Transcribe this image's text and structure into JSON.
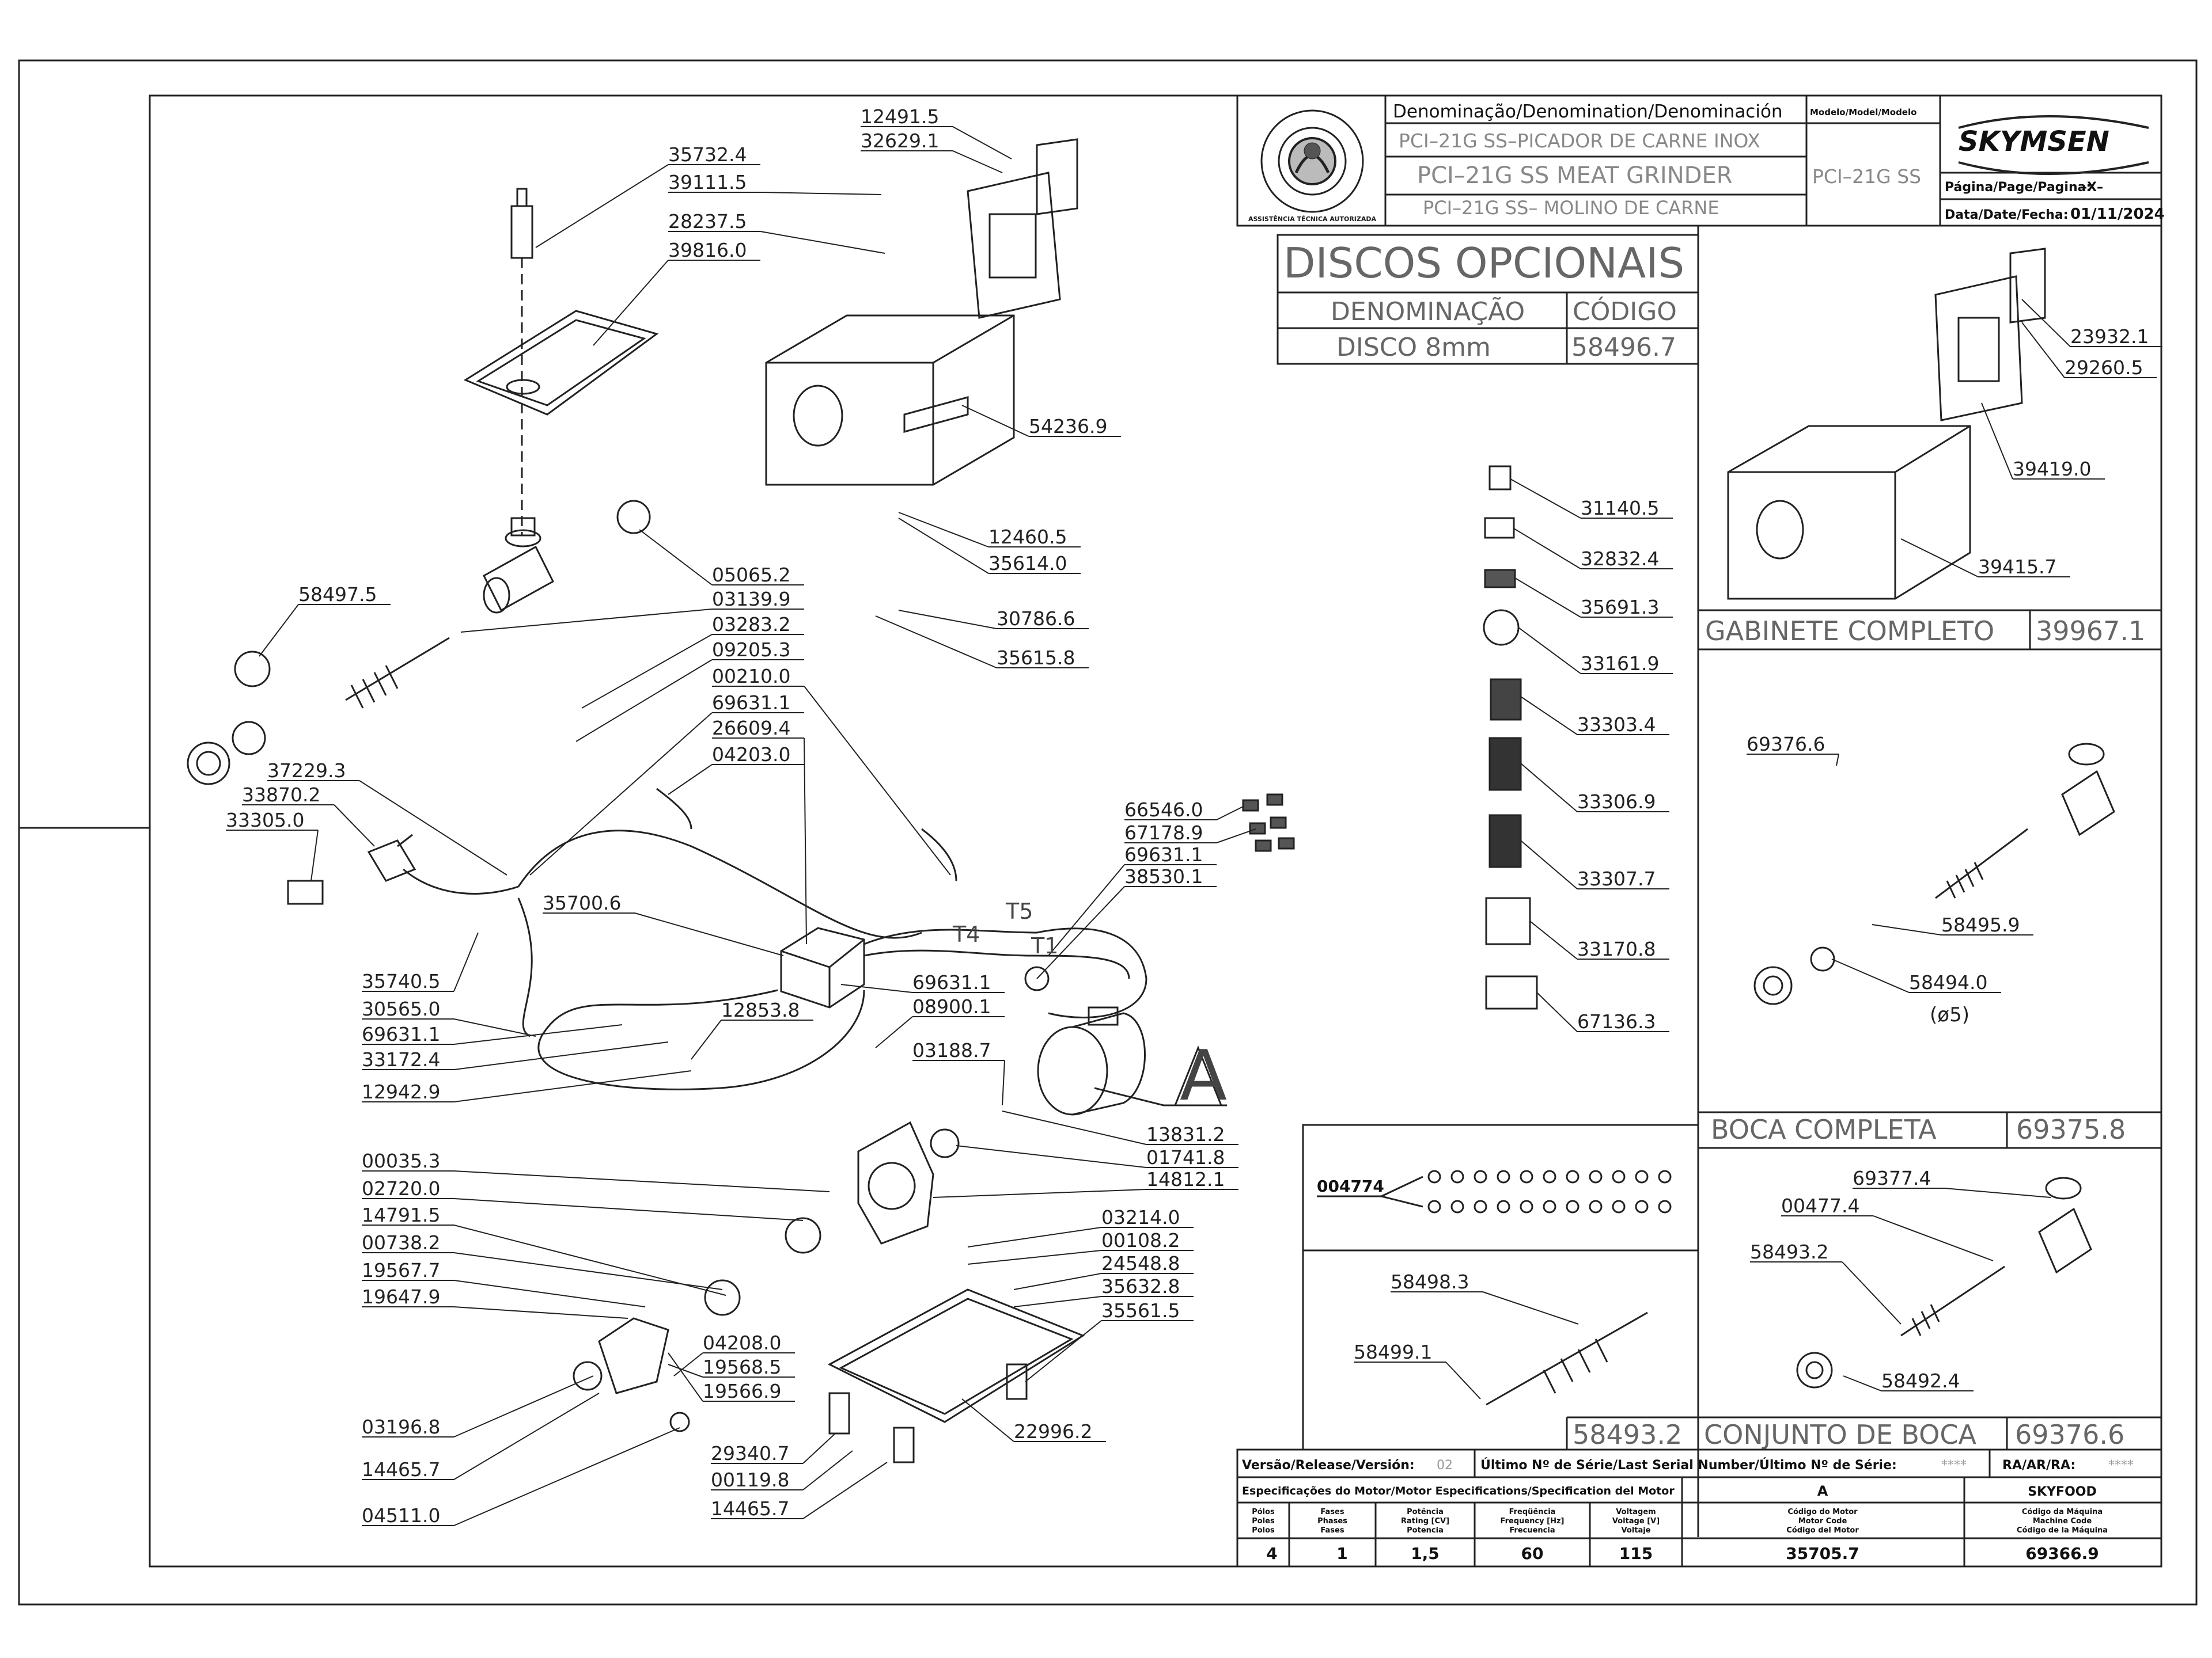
{
  "title_block": {
    "denomination_header": "Denominação/Denomination/Denominación",
    "model_header": "Modelo/Model/Modelo",
    "name_pt": "PCI–21G SS–PICADOR DE CARNE INOX",
    "name_en": "PCI–21G SS MEAT GRINDER",
    "name_es": "PCI–21G SS– MOLINO DE CARNE",
    "model": "PCI–21G SS",
    "brand": "SKYMSEN",
    "page_label": "Página/Page/Pagina:",
    "page_value": "–X–",
    "date_label": "Data/Date/Fecha:",
    "date_value": "01/11/2024",
    "seal_text": "ASSISTÊNCIA TÉCNICA AUTORIZADA"
  },
  "optional_discs": {
    "title": "DISCOS OPCIONAIS",
    "col_name": "DENOMINAÇÃO",
    "col_code": "CÓDIGO",
    "row_name": "DISCO 8mm",
    "row_code": "58496.7"
  },
  "sections": {
    "gabinete_label": "GABINETE COMPLETO",
    "gabinete_code": "39967.1",
    "boca_label": "BOCA COMPLETA",
    "boca_code": "69375.8",
    "conjunto_code_left": "58493.2",
    "conjunto_label": "CONJUNTO DE BOCA",
    "conjunto_code": "69376.6",
    "label_A": "A",
    "phi5": "(ø5)",
    "kit_code": "004774"
  },
  "footer": {
    "release_label": "Versão/Release/Versión:",
    "release_value": "02",
    "serial_label": "Último Nº de Série/Last Serial Number/Último Nº de Série:",
    "serial_value": "****",
    "ra_label": "RA/AR/RA:",
    "ra_value": "****",
    "motor_spec_label": "Especificações do Motor/Motor Especifications/Specification del Motor",
    "col_A": "A",
    "col_skyfood": "SKYFOOD",
    "h_poles": [
      "Pólos",
      "Poles",
      "Polos"
    ],
    "h_phases": [
      "Fases",
      "Phases",
      "Fases"
    ],
    "h_power": [
      "Potência",
      "Rating [CV]",
      "Potencia"
    ],
    "h_freq": [
      "Freqüência",
      "Frequency [Hz]",
      "Frecuencia"
    ],
    "h_volt": [
      "Voltagem",
      "Voltage [V]",
      "Voltaje"
    ],
    "h_motor_code": [
      "Código do Motor",
      "Motor Code",
      "Código del Motor"
    ],
    "h_machine_code": [
      "Código da Máquina",
      "Machine Code",
      "Código de la Máquina"
    ],
    "v_poles": "4",
    "v_phases": "1",
    "v_power": "1,5",
    "v_freq": "60",
    "v_volt": "115",
    "v_motor_code": "35705.7",
    "v_machine_code": "69366.9"
  },
  "callouts": {
    "c12491_5": "12491.5",
    "c32629_1": "32629.1",
    "c35732_4": "35732.4",
    "c39111_5": "39111.5",
    "c28237_5": "28237.5",
    "c39816_0": "39816.0",
    "c54236_9": "54236.9",
    "c12460_5": "12460.5",
    "c35614_0": "35614.0",
    "c30786_6": "30786.6",
    "c35615_8": "35615.8",
    "c58497_5": "58497.5",
    "c05065_2": "05065.2",
    "c03139_9": "03139.9",
    "c03283_2": "03283.2",
    "c09205_3": "09205.3",
    "c00210_0": "00210.0",
    "c69631_1a": "69631.1",
    "c26609_4": "26609.4",
    "c04203_0": "04203.0",
    "c37229_3": "37229.3",
    "c33870_2": "33870.2",
    "c33305_0": "33305.0",
    "c66546_0": "66546.0",
    "c67178_9": "67178.9",
    "c69631_1b": "69631.1",
    "c38530_1": "38530.1",
    "c35700_6": "35700.6",
    "c35740_5": "35740.5",
    "c30565_0": "30565.0",
    "c69631_1c": "69631.1",
    "c33172_4": "33172.4",
    "c12942_9": "12942.9",
    "c12853_8": "12853.8",
    "c69631_1d": "69631.1",
    "c08900_1": "08900.1",
    "c03188_7": "03188.7",
    "c13831_2": "13831.2",
    "c01741_8": "01741.8",
    "c14812_1": "14812.1",
    "c00035_3": "00035.3",
    "c02720_0": "02720.0",
    "c14791_5": "14791.5",
    "c00738_2": "00738.2",
    "c19567_7": "19567.7",
    "c19647_9": "19647.9",
    "c03214_0": "03214.0",
    "c00108_2": "00108.2",
    "c24548_8": "24548.8",
    "c35632_8": "35632.8",
    "c35561_5": "35561.5",
    "c04208_0": "04208.0",
    "c19568_5": "19568.5",
    "c19566_9": "19566.9",
    "c03196_8": "03196.8",
    "c14465_7a": "14465.7",
    "c04511_0": "04511.0",
    "c29340_7": "29340.7",
    "c00119_8": "00119.8",
    "c14465_7b": "14465.7",
    "c22996_2": "22996.2",
    "c31140_5": "31140.5",
    "c32832_4": "32832.4",
    "c35691_3": "35691.3",
    "c33161_9": "33161.9",
    "c33303_4": "33303.4",
    "c33306_9": "33306.9",
    "c33307_7": "33307.7",
    "c33170_8": "33170.8",
    "c67136_3": "67136.3",
    "c23932_1": "23932.1",
    "c29260_5": "29260.5",
    "c39419_0": "39419.0",
    "c39415_7": "39415.7",
    "c69376_6": "69376.6",
    "c58495_9": "58495.9",
    "c58494_0": "58494.0",
    "c69377_4": "69377.4",
    "c00477_4": "00477.4",
    "c58493_2": "58493.2",
    "c58492_4": "58492.4",
    "c58498_3": "58498.3",
    "c58499_1": "58499.1",
    "wT5": "T5",
    "wT4": "T4",
    "wT1": "T1"
  }
}
